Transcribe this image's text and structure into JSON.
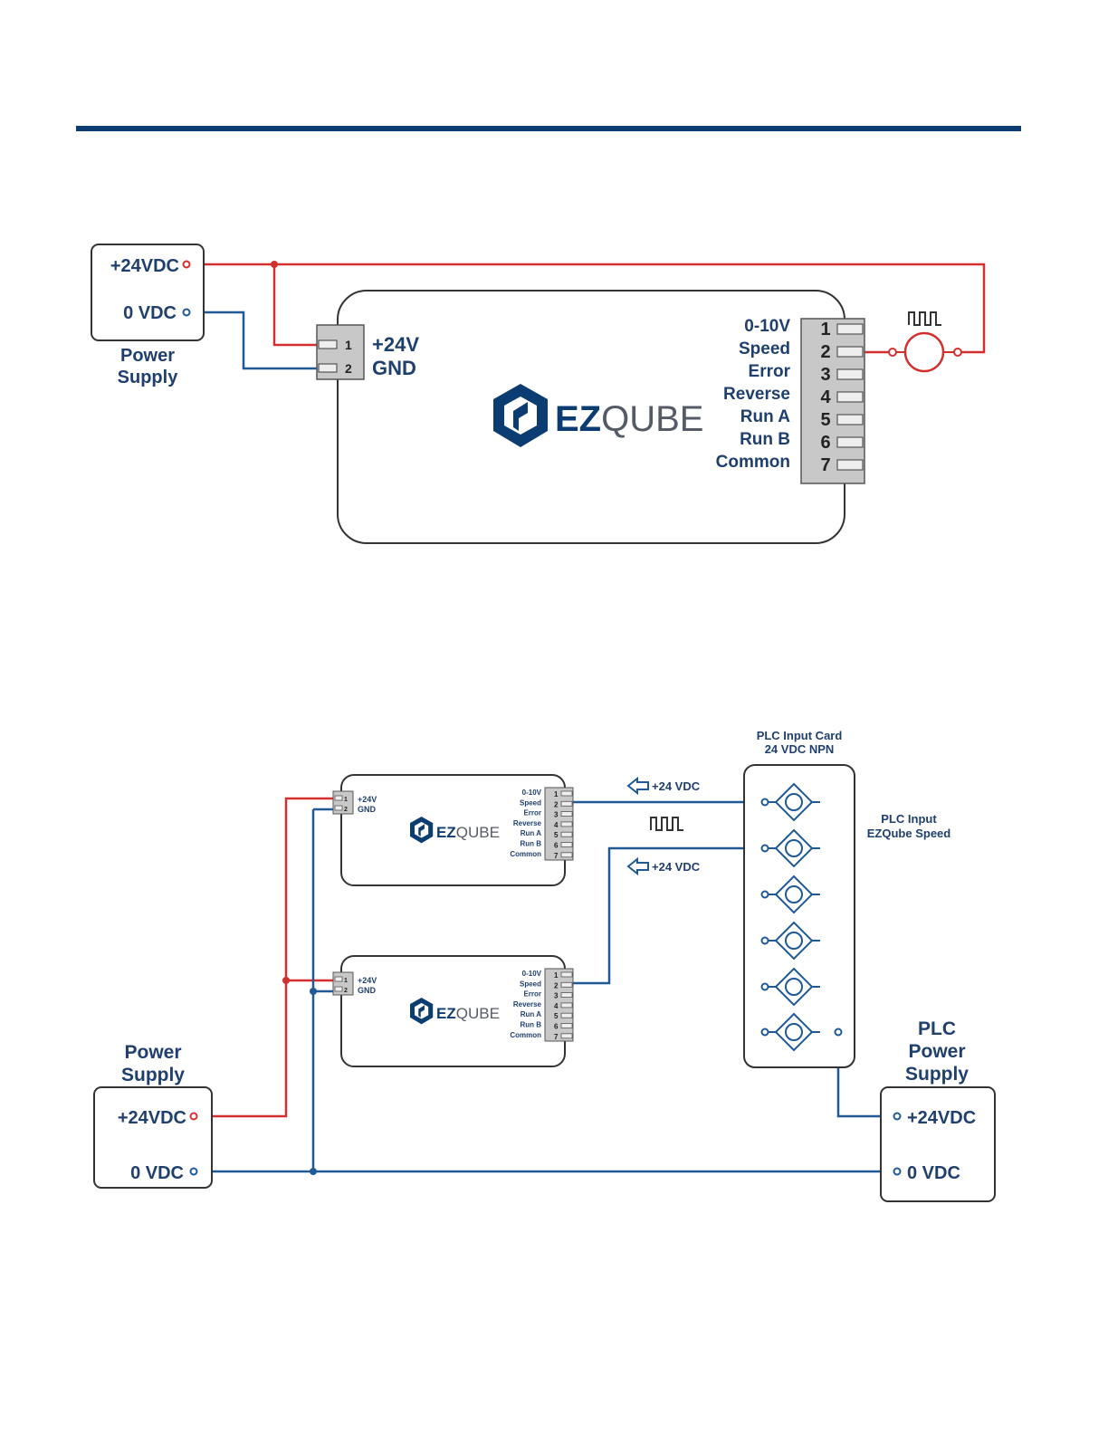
{
  "colors": {
    "rule": "#0c3d72",
    "wire_pos": "#d32f2f",
    "wire_neg": "#1f5a96",
    "label_text": "#1f3f6d",
    "box_border": "#333333",
    "connector": "#c8c8c8",
    "brand_text": "#545b66"
  },
  "diagram1": {
    "power_supply": {
      "pos_label": "+24VDC",
      "neg_label": "0 VDC",
      "caption_line1": "Power",
      "caption_line2": "Supply"
    },
    "power_connector": {
      "pin1": "1",
      "pin2": "2",
      "label_pos": "+24V",
      "label_gnd": "GND"
    },
    "brand": {
      "bold": "EZ",
      "light": "QUBE"
    },
    "signals": [
      {
        "pin": "1",
        "label": "0-10V"
      },
      {
        "pin": "2",
        "label": "Speed"
      },
      {
        "pin": "3",
        "label": "Error"
      },
      {
        "pin": "4",
        "label": "Reverse"
      },
      {
        "pin": "5",
        "label": "Run A"
      },
      {
        "pin": "6",
        "label": "Run B"
      },
      {
        "pin": "7",
        "label": "Common"
      }
    ],
    "load_icon": "pulse-train-icon"
  },
  "diagram2": {
    "plc_card_title_line1": "PLC Input Card",
    "plc_card_title_line2": "24 VDC NPN",
    "plc_input_label_line1": "PLC Input",
    "plc_input_label_line2": "EZQube Speed",
    "arrow_label_1": "+24 VDC",
    "arrow_label_2": "+24 VDC",
    "power_supply": {
      "caption_line1": "Power",
      "caption_line2": "Supply",
      "pos_label": "+24VDC",
      "neg_label": "0 VDC"
    },
    "plc_power_supply": {
      "caption_line1": "PLC",
      "caption_line2": "Power",
      "caption_line3": "Supply",
      "pos_label": "+24VDC",
      "neg_label": "0 VDC"
    },
    "small_units": [
      {
        "pin1": "1",
        "pin2": "2",
        "label_pos": "+24V",
        "label_gnd": "GND",
        "brand_bold": "EZ",
        "brand_light": "QUBE",
        "signals": [
          {
            "pin": "1",
            "label": "0-10V"
          },
          {
            "pin": "2",
            "label": "Speed"
          },
          {
            "pin": "3",
            "label": "Error"
          },
          {
            "pin": "4",
            "label": "Reverse"
          },
          {
            "pin": "5",
            "label": "Run A"
          },
          {
            "pin": "6",
            "label": "Run B"
          },
          {
            "pin": "7",
            "label": "Common"
          }
        ]
      },
      {
        "pin1": "1",
        "pin2": "2",
        "label_pos": "+24V",
        "label_gnd": "GND",
        "brand_bold": "EZ",
        "brand_light": "QUBE",
        "signals": [
          {
            "pin": "1",
            "label": "0-10V"
          },
          {
            "pin": "2",
            "label": "Speed"
          },
          {
            "pin": "3",
            "label": "Error"
          },
          {
            "pin": "4",
            "label": "Reverse"
          },
          {
            "pin": "5",
            "label": "Run A"
          },
          {
            "pin": "6",
            "label": "Run B"
          },
          {
            "pin": "7",
            "label": "Common"
          }
        ]
      }
    ]
  }
}
